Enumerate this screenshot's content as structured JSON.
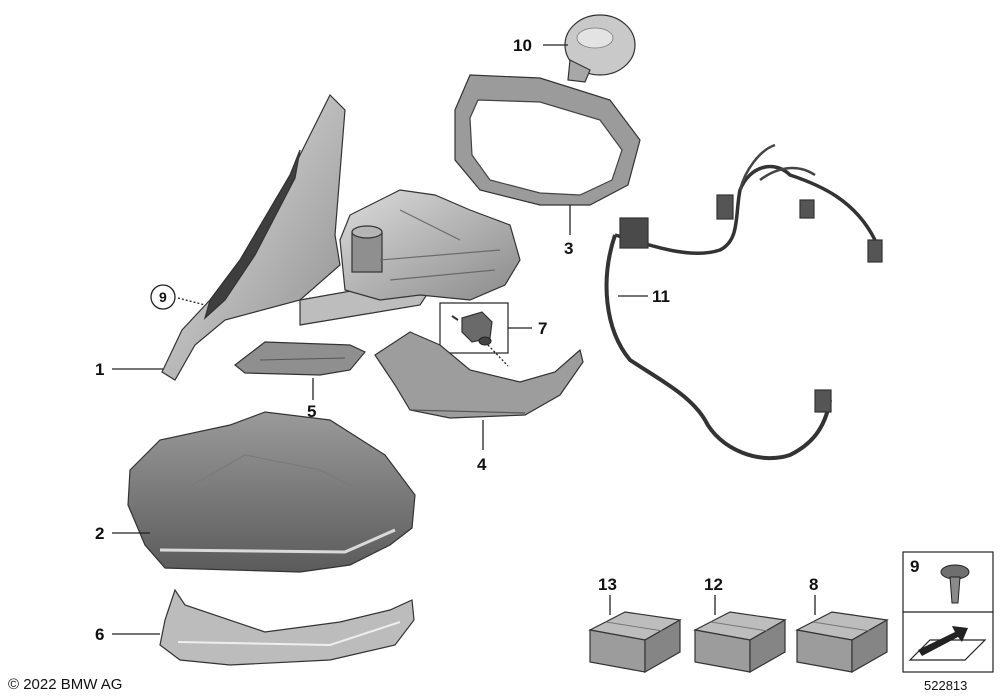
{
  "callouts": {
    "p1": "1",
    "p2": "2",
    "p3": "3",
    "p4": "4",
    "p5": "5",
    "p6": "6",
    "p7": "7",
    "p8": "8",
    "p9_left": "9",
    "p9_box": "9",
    "p10": "10",
    "p11": "11",
    "p12": "12",
    "p13": "13"
  },
  "footer": {
    "copyright": "© 2022 BMW AG",
    "image_number": "522813"
  },
  "colors": {
    "part_light": "#d4d4d4",
    "part_mid": "#a8a8a8",
    "part_dark": "#5e5e5e",
    "line": "#222222"
  }
}
